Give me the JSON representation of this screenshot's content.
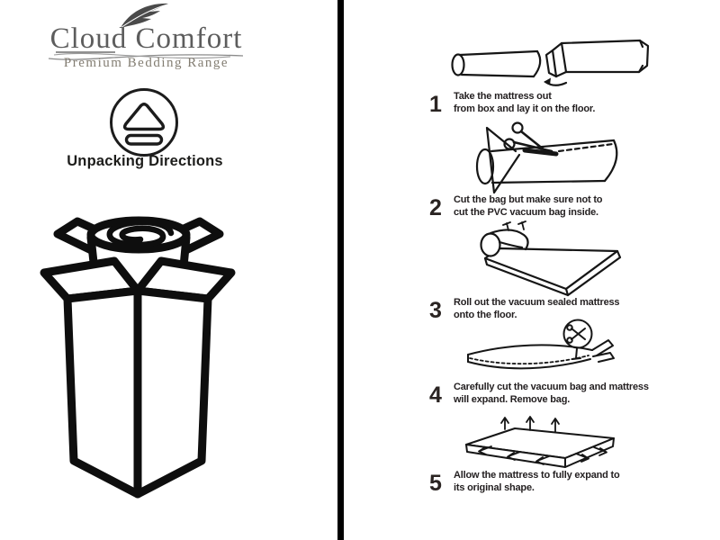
{
  "brand": {
    "name": "Cloud Comfort",
    "tagline": "Premium Bedding Range",
    "logo_icon": "feather-icon"
  },
  "left_panel": {
    "heading": "Unpacking Directions",
    "badge_icon": "eject-unbox-icon",
    "illustration": "rolled-mattress-in-open-box"
  },
  "steps": [
    {
      "number": "1",
      "text": "Take the mattress out\nfrom box and lay it on the floor.",
      "illustration": "slide-rolled-mattress-out-of-box"
    },
    {
      "number": "2",
      "text": "Cut the bag but make sure not to\ncut the PVC vacuum bag inside.",
      "illustration": "scissors-cutting-outer-bag-of-roll"
    },
    {
      "number": "3",
      "text": "Roll out the vacuum sealed mattress\nonto the floor.",
      "illustration": "unrolling-mattress-flat-on-floor"
    },
    {
      "number": "4",
      "text": "Carefully cut the vacuum bag and mattress\nwill expand. Remove bag.",
      "illustration": "scissors-cutting-vacuum-bag-flat-mattress"
    },
    {
      "number": "5",
      "text": "Allow the mattress to fully expand to\nits original shape.",
      "illustration": "mattress-expanding-arrows"
    }
  ],
  "colors": {
    "background": "#ffffff",
    "logo_text": "#5d5d5d",
    "tagline": "#837d72",
    "ink": "#161616",
    "step_text": "#231f20",
    "divider": "#000000"
  }
}
